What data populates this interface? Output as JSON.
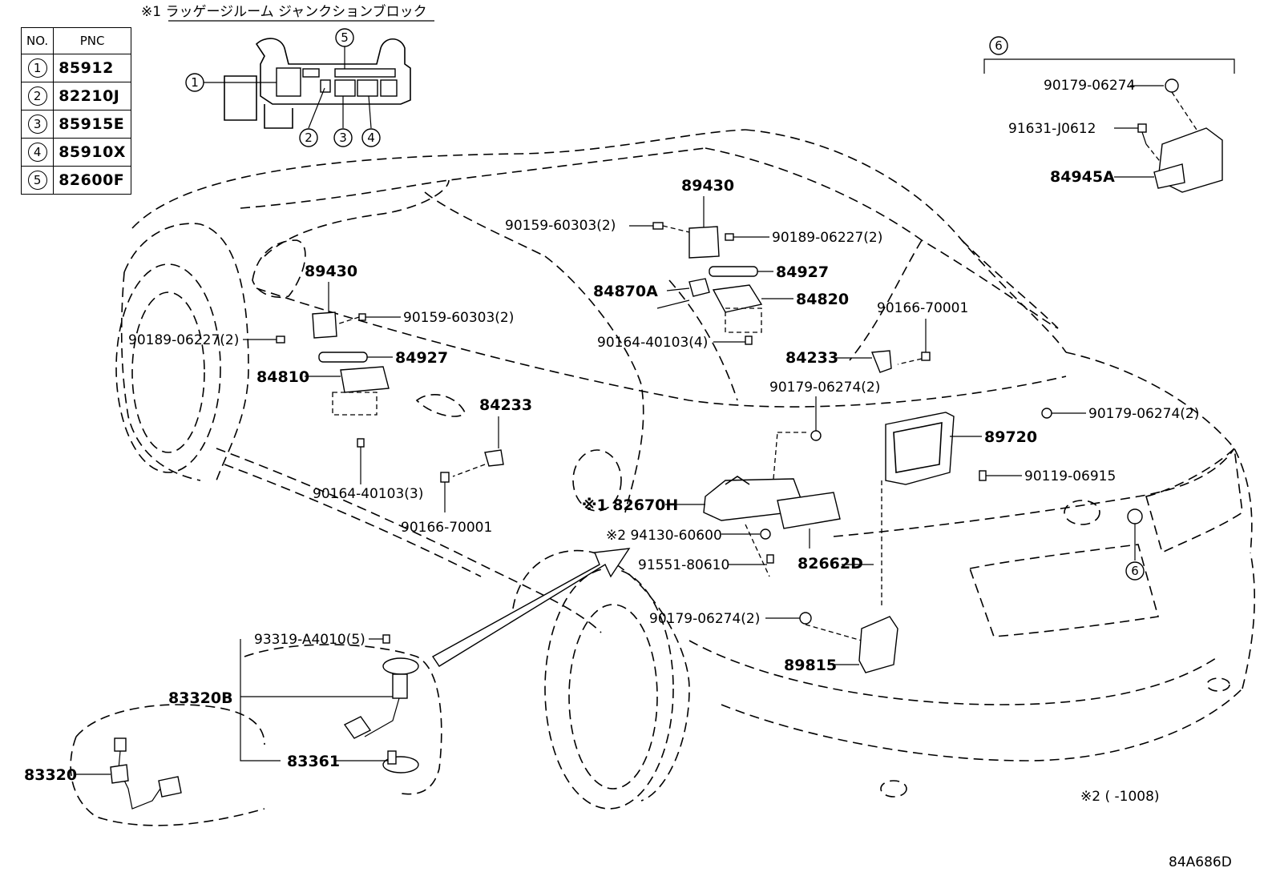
{
  "table": {
    "headers": [
      "NO.",
      "PNC"
    ],
    "rows": [
      {
        "no": "1",
        "pnc": "85912"
      },
      {
        "no": "2",
        "pnc": "82210J"
      },
      {
        "no": "3",
        "pnc": "85915E"
      },
      {
        "no": "4",
        "pnc": "85910X"
      },
      {
        "no": "5",
        "pnc": "82600F"
      }
    ]
  },
  "inset_title": "※1 ラッゲージルーム  ジャンクションブロック",
  "inset_callouts": [
    "1",
    "2",
    "3",
    "4",
    "5"
  ],
  "group6_callout": "6",
  "labels": {
    "p90179_06274_top": "90179-06274",
    "p91631_j0612": "91631-J0612",
    "p84945a": "84945A",
    "p89430_center": "89430",
    "p90159_60303_center": "90159-60303(2)",
    "p90189_06227_center": "90189-06227(2)",
    "p84927_center": "84927",
    "p84870a": "84870A",
    "p84820": "84820",
    "p90164_40103_4": "90164-40103(4)",
    "p90166_70001_right": "90166-70001",
    "p84233_right": "84233",
    "p90179_06274_mid": "90179-06274(2)",
    "p90179_06274_right": "90179-06274(2)",
    "p89720": "89720",
    "p90119_06915": "90119-06915",
    "p89430_left": "89430",
    "p90159_60303_left": "90159-60303(2)",
    "p90189_06227_left": "90189-06227(2)",
    "p84927_left": "84927",
    "p84810": "84810",
    "p84233_left": "84233",
    "p90164_40103_3": "90164-40103(3)",
    "p90166_70001_left": "90166-70001",
    "p82670h": "※1 82670H",
    "p94130_60600": "※2 94130-60600",
    "p82662d": "82662D",
    "p91551_80610": "91551-80610",
    "p90179_06274_low": "90179-06274(2)",
    "p89815": "89815",
    "p93319_a4010": "93319-A4010(5)",
    "p83320b": "83320B",
    "p83361": "83361",
    "p83320": "83320",
    "p6_bottom": "6"
  },
  "footnote": "※2 (     -1008)",
  "drawing_code": "84A686D"
}
